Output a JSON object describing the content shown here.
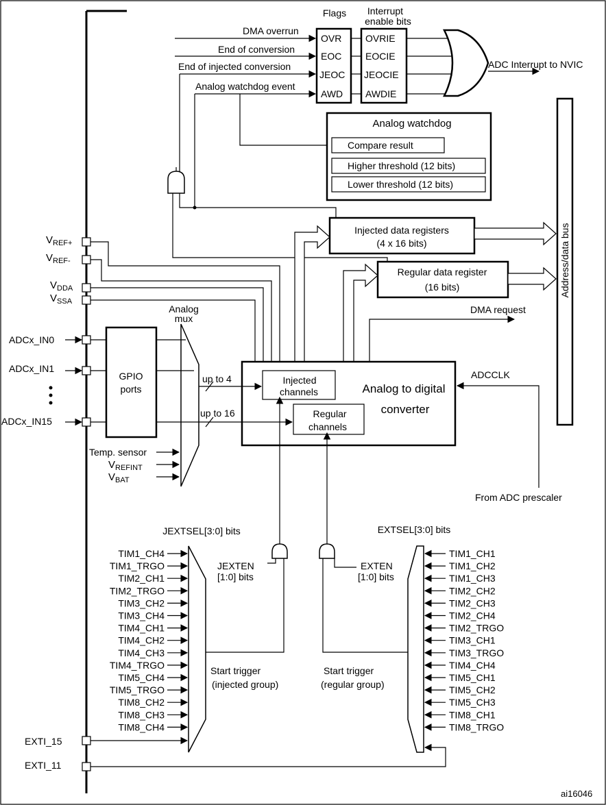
{
  "flags": {
    "title": "Flags",
    "items": [
      "OVR",
      "EOC",
      "JEOC",
      "AWD"
    ]
  },
  "interrupt_enable": {
    "title_line1": "Interrupt",
    "title_line2": "enable bits",
    "items": [
      "OVRIE",
      "EOCIE",
      "JEOCIE",
      "AWDIE"
    ]
  },
  "events": {
    "dma_overrun": "DMA overrun",
    "end_of_conversion": "End of conversion",
    "end_of_injected": "End of injected conversion",
    "analog_watchdog_event": "Analog watchdog event"
  },
  "adc_interrupt": "ADC Interrupt to NVIC",
  "watchdog": {
    "title": "Analog watchdog",
    "compare": "Compare result",
    "higher": "Higher threshold (12 bits)",
    "lower": "Lower threshold (12 bits)"
  },
  "bus_label": "Address/data bus",
  "injected_regs": {
    "line1": "Injected data registers",
    "line2": "(4 x 16 bits)"
  },
  "regular_reg": {
    "line1": "Regular data register",
    "line2": "(16 bits)"
  },
  "dma_request": "DMA request",
  "adcclk": "ADCCLK",
  "prescaler": "From ADC prescaler",
  "adc": {
    "line1": "Analog to digital",
    "line2": "converter",
    "injected_line1": "Injected",
    "injected_line2": "channels",
    "regular_line1": "Regular",
    "regular_line2": "channels"
  },
  "power_pins": [
    {
      "main": "V",
      "sub": "REF+"
    },
    {
      "main": "V",
      "sub": "REF-"
    },
    {
      "main": "V",
      "sub": "DDA"
    },
    {
      "main": "V",
      "sub": "SSA"
    }
  ],
  "mux": {
    "line1": "Analog",
    "line2": "mux",
    "up_to_4": "up to 4",
    "up_to_16": "up to 16"
  },
  "gpio": {
    "line1": "GPIO",
    "line2": "ports"
  },
  "inputs": {
    "in0": "ADCx_IN0",
    "in1": "ADCx_IN1",
    "dots": "•\n•\n•",
    "in15": "ADCx_IN15"
  },
  "internal_inputs": {
    "temp": "Temp. sensor",
    "vrefint_main": "V",
    "vrefint_sub": "REFINT",
    "vbat_main": "V",
    "vbat_sub": "BAT"
  },
  "jextsel": "JEXTSEL[3:0] bits",
  "extsel": "EXTSEL[3:0] bits",
  "jexten": {
    "line1": "JEXTEN",
    "line2": "[1:0] bits"
  },
  "exten": {
    "line1": "EXTEN",
    "line2": "[1:0] bits"
  },
  "start_injected": {
    "line1": "Start trigger",
    "line2": "(injected group)"
  },
  "start_regular": {
    "line1": "Start trigger",
    "line2": "(regular group)"
  },
  "injected_triggers": [
    "TIM1_CH4",
    "TIM1_TRGO",
    "TIM2_CH1",
    "TIM2_TRGO",
    "TIM3_CH2",
    "TIM3_CH4",
    "TIM4_CH1",
    "TIM4_CH2",
    "TIM4_CH3",
    "TIM4_TRGO",
    "TIM5_CH4",
    "TIM5_TRGO",
    "TIM8_CH2",
    "TIM8_CH3",
    "TIM8_CH4"
  ],
  "regular_triggers": [
    "TIM1_CH1",
    "TIM1_CH2",
    "TIM1_CH3",
    "TIM2_CH2",
    "TIM2_CH3",
    "TIM2_CH4",
    "TIM2_TRGO",
    "TIM3_CH1",
    "TIM3_TRGO",
    "TIM4_CH4",
    "TIM5_CH1",
    "TIM5_CH2",
    "TIM5_CH3",
    "TIM8_CH1",
    "TIM8_TRGO"
  ],
  "exti15": "EXTI_15",
  "exti11": "EXTI_11",
  "figure_id": "ai16046"
}
